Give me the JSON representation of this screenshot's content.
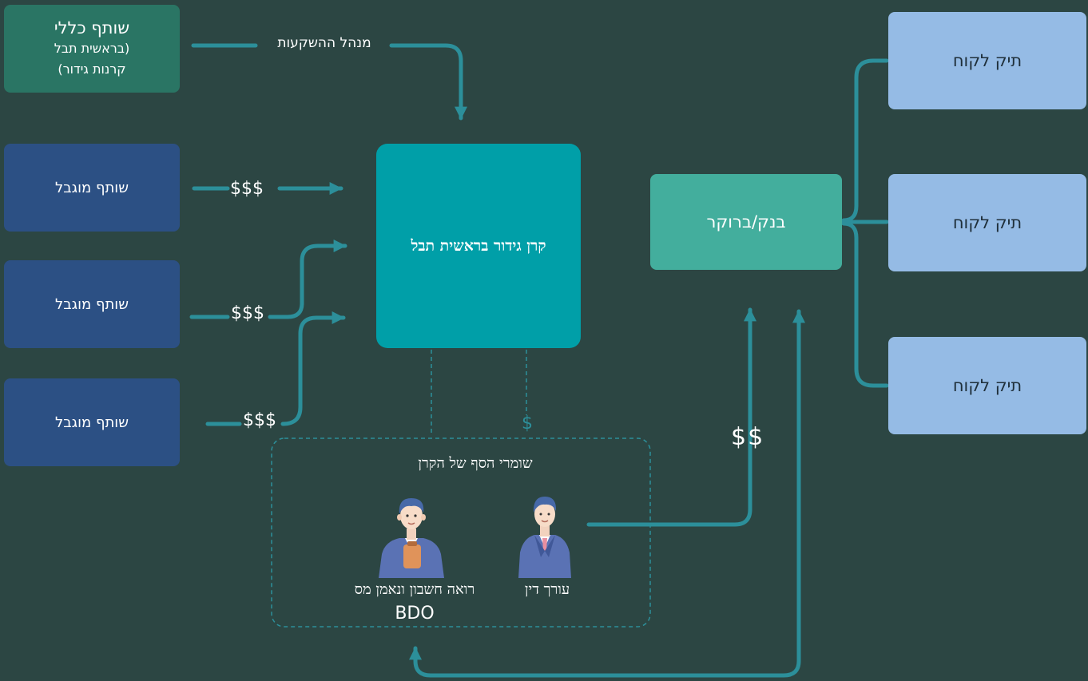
{
  "colors": {
    "background": "#2c4643",
    "general_partner": "#2a7564",
    "limited_partner": "#2c5084",
    "fund": "#009fa8",
    "bank": "#43ae9d",
    "client": "#95bbe5",
    "connector": "#2c8f9a"
  },
  "general_partner": {
    "line1": "שותף כללי",
    "line2": "(בראשית תבל",
    "line3": "קרנות גידור)"
  },
  "investment_manager_label": "מנהל ההשקעות",
  "limited_partners": [
    {
      "label": "שותף מוגבל",
      "money": "$$$"
    },
    {
      "label": "שותף מוגבל",
      "money": "$$$"
    },
    {
      "label": "שותף מוגבל",
      "money": "$$$"
    }
  ],
  "fund": {
    "label": "קרן גידור בראשית תבל"
  },
  "bank": {
    "label": "בנק/ברוקר"
  },
  "clients": [
    {
      "label": "תיק לקוח"
    },
    {
      "label": "תיק לקוח"
    },
    {
      "label": "תיק לקוח"
    }
  ],
  "custody": {
    "title": "שומרי הסף של הקרן",
    "dollar_mark": "$",
    "accountant": {
      "label": "רואה חשבון ונאמן מס",
      "org": "BDO",
      "icon": "accountant-person-icon"
    },
    "lawyer": {
      "label": "עורך דין",
      "icon": "lawyer-person-icon"
    }
  },
  "bank_money_label": "$$"
}
